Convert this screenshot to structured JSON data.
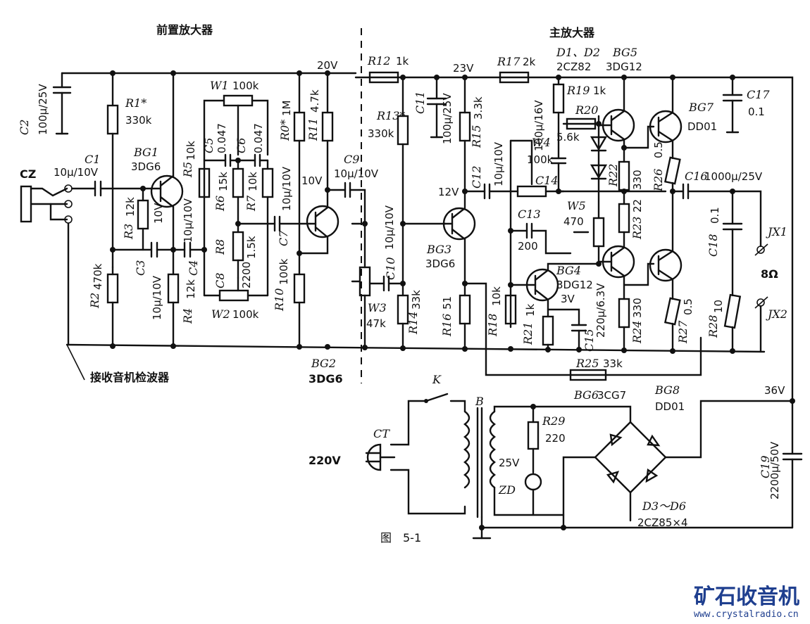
{
  "sections": {
    "preamp_title": "前置放大器",
    "main_amp_title": "主放大器",
    "detector_note": "接收音机检波器"
  },
  "figure_caption": "图　5-1",
  "watermark": {
    "logo_text": "矿石收音机",
    "url": "www.crystalradio.cn"
  },
  "voltages": {
    "v20": "20V",
    "v23": "23V",
    "v12": "12V",
    "v10a": "10V",
    "v10b": "10V",
    "v3": "3V",
    "v36": "36V",
    "mains": "220V",
    "sec": "25V"
  },
  "input": {
    "cz": "CZ"
  },
  "components": {
    "C2": {
      "ref": "C2",
      "value": "100μ/25V"
    },
    "R1": {
      "ref": "R1*",
      "value": "330k"
    },
    "C1": {
      "ref": "C1",
      "value": "10μ/10V"
    },
    "BG1": {
      "ref": "BG1",
      "value": "3DG6"
    },
    "R3": {
      "ref": "R3",
      "value": "12k"
    },
    "R2": {
      "ref": "R2",
      "value": "470k"
    },
    "C3": {
      "ref": "C3",
      "value": "10μ/10V"
    },
    "R4": {
      "ref": "R4",
      "value": "12k"
    },
    "C4": {
      "ref": "C4",
      "value": "10μ/10V"
    },
    "R5": {
      "ref": "R5",
      "value": "10k"
    },
    "W1": {
      "ref": "W1",
      "value": "100k"
    },
    "C5": {
      "ref": "C5",
      "value": "0.047"
    },
    "C6": {
      "ref": "C6",
      "value": "0.047"
    },
    "R6": {
      "ref": "R6",
      "value": "15k"
    },
    "R7": {
      "ref": "R7",
      "value": "10k"
    },
    "R8": {
      "ref": "R8",
      "value": "1.5k"
    },
    "C8": {
      "ref": "C8",
      "value": "2200"
    },
    "W2": {
      "ref": "W2",
      "value": "100k"
    },
    "C7": {
      "ref": "C7",
      "value": "10μ/10V"
    },
    "R0": {
      "ref": "R0*",
      "value": "1M"
    },
    "R11": {
      "ref": "R11",
      "value": "4.7k"
    },
    "R10": {
      "ref": "R10",
      "value": "100k"
    },
    "C9": {
      "ref": "C9",
      "value": "10μ/10V"
    },
    "BG2": {
      "ref": "BG2",
      "value": "3DG6"
    },
    "W3": {
      "ref": "W3",
      "value": "47k"
    },
    "C10": {
      "ref": "C10",
      "value": "10μ/10V"
    },
    "R12": {
      "ref": "R12",
      "value": "1k"
    },
    "R13": {
      "ref": "R13*",
      "value": "330k"
    },
    "R14": {
      "ref": "R14",
      "value": "33k"
    },
    "C11": {
      "ref": "C11",
      "value": "100μ/25V"
    },
    "R15": {
      "ref": "R15",
      "value": "3.3k"
    },
    "R16": {
      "ref": "R16",
      "value": "51"
    },
    "BG3": {
      "ref": "BG3",
      "value": "3DG6"
    },
    "C12": {
      "ref": "C12",
      "value": "10μ/10V"
    },
    "R17": {
      "ref": "R17",
      "value": "2k"
    },
    "W4": {
      "ref": "W4",
      "value": "100k"
    },
    "C14": {
      "ref": "C14",
      "value": "100μ/16V"
    },
    "C13": {
      "ref": "C13",
      "value": "200"
    },
    "R18": {
      "ref": "R18",
      "value": "10k"
    },
    "R21": {
      "ref": "R21",
      "value": "1k"
    },
    "BG4": {
      "ref": "BG4",
      "value": "3DG12"
    },
    "C15": {
      "ref": "C15",
      "value": "220μ/6.3V"
    },
    "D1D2": {
      "ref": "D1、D2",
      "value": "2CZ82"
    },
    "R19": {
      "ref": "R19",
      "value": "1k"
    },
    "R20": {
      "ref": "R20",
      "value": "5.6k"
    },
    "W5": {
      "ref": "W5",
      "value": "470"
    },
    "BG5": {
      "ref": "BG5",
      "value": "3DG12"
    },
    "BG7": {
      "ref": "BG7",
      "value": "DD01"
    },
    "R22": {
      "ref": "R22",
      "value": "330"
    },
    "R23": {
      "ref": "R23",
      "value": "22"
    },
    "R24": {
      "ref": "R24",
      "value": "330"
    },
    "R26": {
      "ref": "R26",
      "value": "0.5"
    },
    "R27": {
      "ref": "R27",
      "value": "0.5"
    },
    "C16": {
      "ref": "C16",
      "value": "1000μ/25V"
    },
    "C17": {
      "ref": "C17",
      "value": "0.1"
    },
    "C18": {
      "ref": "C18",
      "value": "0.1"
    },
    "R28": {
      "ref": "R28",
      "value": "10"
    },
    "R25": {
      "ref": "R25",
      "value": "33k"
    },
    "JX1": {
      "ref": "JX1"
    },
    "JX2": {
      "ref": "JX2"
    },
    "SPK": {
      "value": "8Ω"
    },
    "K": {
      "ref": "K"
    },
    "B": {
      "ref": "B"
    },
    "CT": {
      "ref": "CT"
    },
    "R29": {
      "ref": "R29",
      "value": "220"
    },
    "ZD": {
      "ref": "ZD"
    },
    "BG6": {
      "ref": "BG6",
      "value": "3CG7"
    },
    "BG8": {
      "ref": "BG8",
      "value": "DD01"
    },
    "D3D6": {
      "ref": "D3～D6",
      "value": "2CZ85×4"
    },
    "C19": {
      "ref": "C19",
      "value": "2200μ/50V"
    }
  }
}
